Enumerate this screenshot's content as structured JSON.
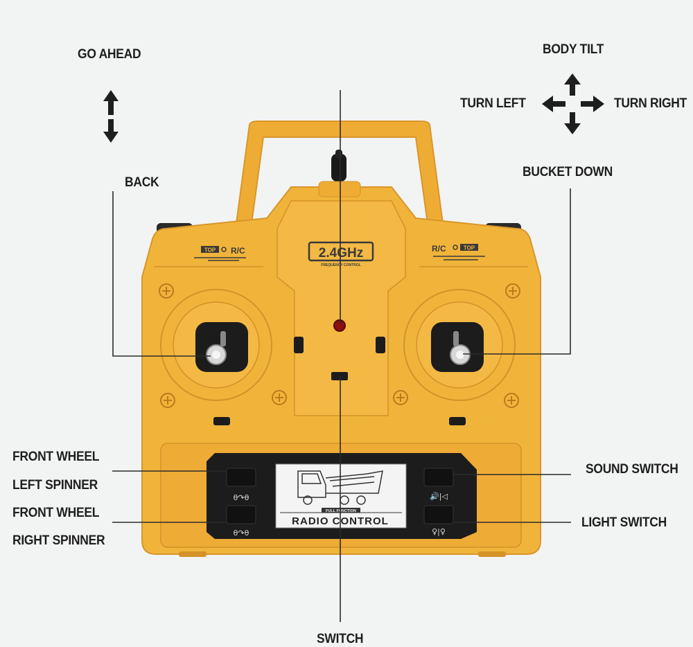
{
  "labels": {
    "go_ahead": "GO AHEAD",
    "back": "BACK",
    "body_tilt": "BODY TILT",
    "turn_left": "TURN LEFT",
    "turn_right": "TURN RIGHT",
    "bucket_down": "BUCKET DOWN",
    "front_wheel_1": "FRONT WHEEL",
    "left_spinner": "LEFT SPINNER",
    "front_wheel_2": "FRONT WHEEL",
    "right_spinner": "RIGHT SPINNER",
    "sound_switch": "SOUND SWITCH",
    "light_switch": "LIGHT SWITCH",
    "switch": "SWITCH"
  },
  "controller": {
    "frequency": "2.4GHz",
    "frequency_sub": "FREQUENCY CONTROL",
    "left_badge": "TOP",
    "left_rc": "R/C",
    "right_rc": "R/C",
    "right_badge": "TOP",
    "screen_small": "FULL FUNCTION",
    "screen_title": "RADIO CONTROL"
  },
  "icons": [
    "up-down-arrow-icon",
    "four-way-arrow-icon",
    "sound-icon",
    "light-icon",
    "spinner-icon"
  ],
  "colors": {
    "body": "#f0b43a",
    "body_dark": "#d9962a",
    "panel": "#1c1c1c",
    "line": "#333333",
    "background": "#f2f3f3"
  }
}
